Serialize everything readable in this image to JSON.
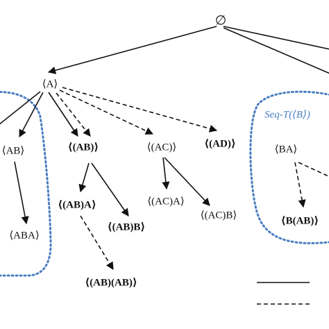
{
  "colors": {
    "line": "#111111",
    "region": "#4a7dc0"
  },
  "nodes": {
    "root": "∅",
    "a": "⟨A⟩",
    "ab": "⟨AB⟩",
    "aba": "⟨ABA⟩",
    "ab_group": "⟨(AB)⟩",
    "ac_group": "⟨(AC)⟩",
    "ad_group": "⟨(AD)⟩",
    "ab_a": "⟨(AB)A⟩",
    "ab_b": "⟨(AB)B⟩",
    "ac_a": "⟨(AC)A⟩",
    "ac_b": "⟨(AC)B⟩",
    "ab_ab": "⟨(AB)(AB)⟩",
    "ba": "⟨BA⟩",
    "b_ab": "⟨B(AB)⟩"
  },
  "region_label": "Seq-T(⟨B⟩)",
  "legend": [
    {
      "style": "solid"
    },
    {
      "style": "dashed"
    }
  ]
}
